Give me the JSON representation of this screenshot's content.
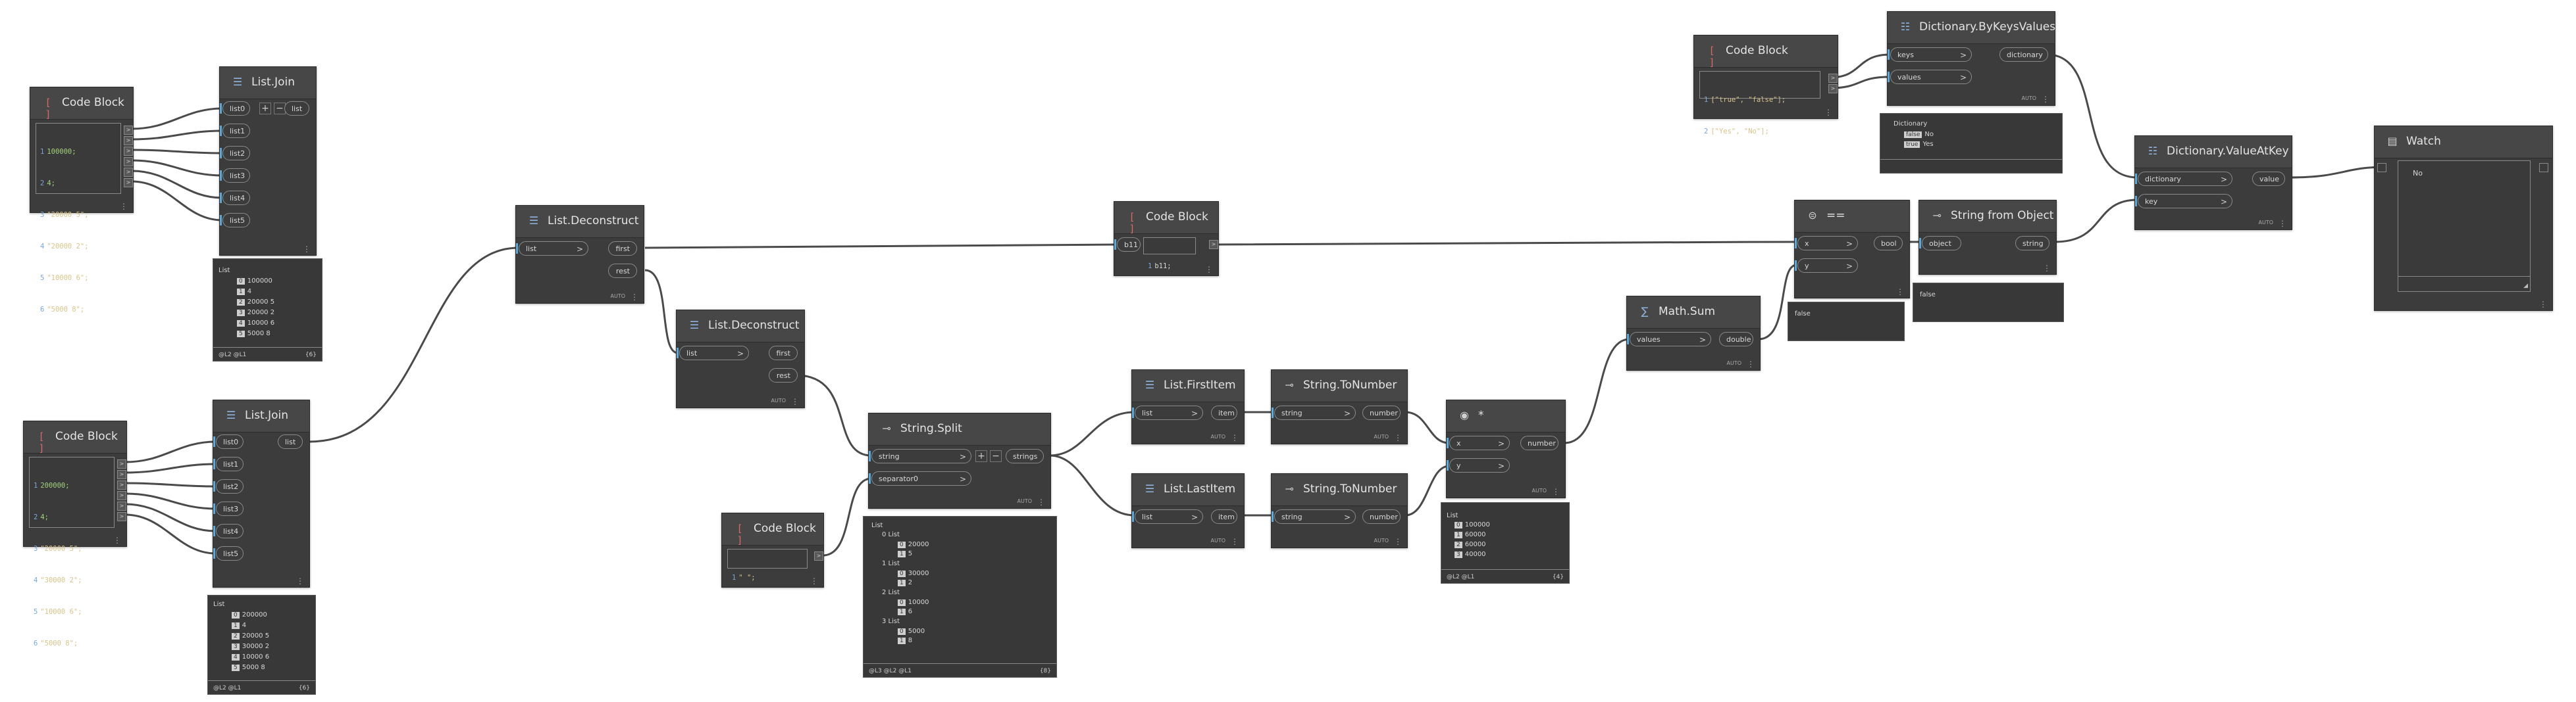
{
  "nodes": {
    "cb1": {
      "title": "Code Block",
      "lines": [
        {
          "n": "1",
          "v": "100000;"
        },
        {
          "n": "2",
          "v": "4;"
        },
        {
          "n": "3",
          "v": "\"20000 5\";"
        },
        {
          "n": "4",
          "v": "\"20000 2\";"
        },
        {
          "n": "5",
          "v": "\"10000 6\";"
        },
        {
          "n": "6",
          "v": "\"5000 8\";"
        }
      ]
    },
    "cb2": {
      "title": "Code Block",
      "lines": [
        {
          "n": "1",
          "v": "200000;"
        },
        {
          "n": "2",
          "v": "4;"
        },
        {
          "n": "3",
          "v": "\"20000 5\";"
        },
        {
          "n": "4",
          "v": "\"30000 2\";"
        },
        {
          "n": "5",
          "v": "\"10000 6\";"
        },
        {
          "n": "6",
          "v": "\"5000 8\";"
        }
      ]
    },
    "cb3": {
      "title": "Code Block",
      "lines": [
        {
          "n": "1",
          "v": "\" \";"
        }
      ]
    },
    "cb4": {
      "title": "Code Block",
      "lines": [
        {
          "n": "1",
          "v": "b11;"
        }
      ],
      "input": "b11"
    },
    "cb5": {
      "title": "Code Block",
      "lines": [
        {
          "n": "1",
          "v": "[\"true\", \"false\"];"
        },
        {
          "n": "2",
          "v": "[\"Yes\", \"No\"];"
        }
      ]
    },
    "join1": {
      "title": "List.Join",
      "inputs": [
        "list0",
        "list1",
        "list2",
        "list3",
        "list4",
        "list5"
      ],
      "output": "list"
    },
    "join2": {
      "title": "List.Join",
      "inputs": [
        "list0",
        "list1",
        "list2",
        "list3",
        "list4",
        "list5"
      ],
      "output": "list"
    },
    "decon1": {
      "title": "List.Deconstruct",
      "inputs": [
        "list"
      ],
      "outputs": [
        "first",
        "rest"
      ]
    },
    "decon2": {
      "title": "List.Deconstruct",
      "inputs": [
        "list"
      ],
      "outputs": [
        "first",
        "rest"
      ]
    },
    "split": {
      "title": "String.Split",
      "inputs": [
        "string",
        "separator0"
      ],
      "output": "strings"
    },
    "first": {
      "title": "List.FirstItem",
      "input": "list",
      "output": "item"
    },
    "last": {
      "title": "List.LastItem",
      "input": "list",
      "output": "item"
    },
    "tonum1": {
      "title": "String.ToNumber",
      "input": "string",
      "output": "number"
    },
    "tonum2": {
      "title": "String.ToNumber",
      "input": "string",
      "output": "number"
    },
    "mult": {
      "title": "*",
      "inputs": [
        "x",
        "y"
      ],
      "output": "number"
    },
    "sum": {
      "title": "Math.Sum",
      "input": "values",
      "output": "double"
    },
    "eq": {
      "title": "==",
      "inputs": [
        "x",
        "y"
      ],
      "output": "bool"
    },
    "strobj": {
      "title": "String from Object",
      "input": "object",
      "output": "string"
    },
    "bykv": {
      "title": "Dictionary.ByKeysValues",
      "inputs": [
        "keys",
        "values"
      ],
      "output": "dictionary"
    },
    "valkey": {
      "title": "Dictionary.ValueAtKey",
      "inputs": [
        "dictionary",
        "key"
      ],
      "output": "value"
    },
    "watch": {
      "title": "Watch",
      "value": "No"
    }
  },
  "lacing": {
    "auto": "AUTO"
  },
  "previews": {
    "p1": {
      "header": "List",
      "items": [
        {
          "i": "0",
          "v": "100000"
        },
        {
          "i": "1",
          "v": "4"
        },
        {
          "i": "2",
          "v": "20000 5"
        },
        {
          "i": "3",
          "v": "20000 2"
        },
        {
          "i": "4",
          "v": "10000 6"
        },
        {
          "i": "5",
          "v": "5000 8"
        }
      ],
      "foot": "@L2 @L1",
      "count": "{6}"
    },
    "p2": {
      "header": "List",
      "items": [
        {
          "i": "0",
          "v": "200000"
        },
        {
          "i": "1",
          "v": "4"
        },
        {
          "i": "2",
          "v": "20000 5"
        },
        {
          "i": "3",
          "v": "30000 2"
        },
        {
          "i": "4",
          "v": "10000 6"
        },
        {
          "i": "5",
          "v": "5000 8"
        }
      ],
      "foot": "@L2 @L1",
      "count": "{6}"
    },
    "p3": {
      "header": "List",
      "groups": [
        {
          "h": "0 List",
          "items": [
            {
              "i": "0",
              "v": "20000"
            },
            {
              "i": "1",
              "v": "5"
            }
          ]
        },
        {
          "h": "1 List",
          "items": [
            {
              "i": "0",
              "v": "30000"
            },
            {
              "i": "1",
              "v": "2"
            }
          ]
        },
        {
          "h": "2 List",
          "items": [
            {
              "i": "0",
              "v": "10000"
            },
            {
              "i": "1",
              "v": "6"
            }
          ]
        },
        {
          "h": "3 List",
          "items": [
            {
              "i": "0",
              "v": "5000"
            },
            {
              "i": "1",
              "v": "8"
            }
          ]
        }
      ],
      "foot": "@L3 @L2 @L1",
      "count": "{8}"
    },
    "p4": {
      "header": "List",
      "items": [
        {
          "i": "0",
          "v": "100000"
        },
        {
          "i": "1",
          "v": "60000"
        },
        {
          "i": "2",
          "v": "60000"
        },
        {
          "i": "3",
          "v": "40000"
        }
      ],
      "foot": "@L2 @L1",
      "count": "{4}"
    },
    "p5": {
      "value": "false"
    },
    "p6": {
      "value": "false"
    },
    "p7": {
      "header": "Dictionary",
      "items": [
        {
          "i": "false",
          "v": "No"
        },
        {
          "i": "true",
          "v": "Yes"
        }
      ]
    }
  }
}
